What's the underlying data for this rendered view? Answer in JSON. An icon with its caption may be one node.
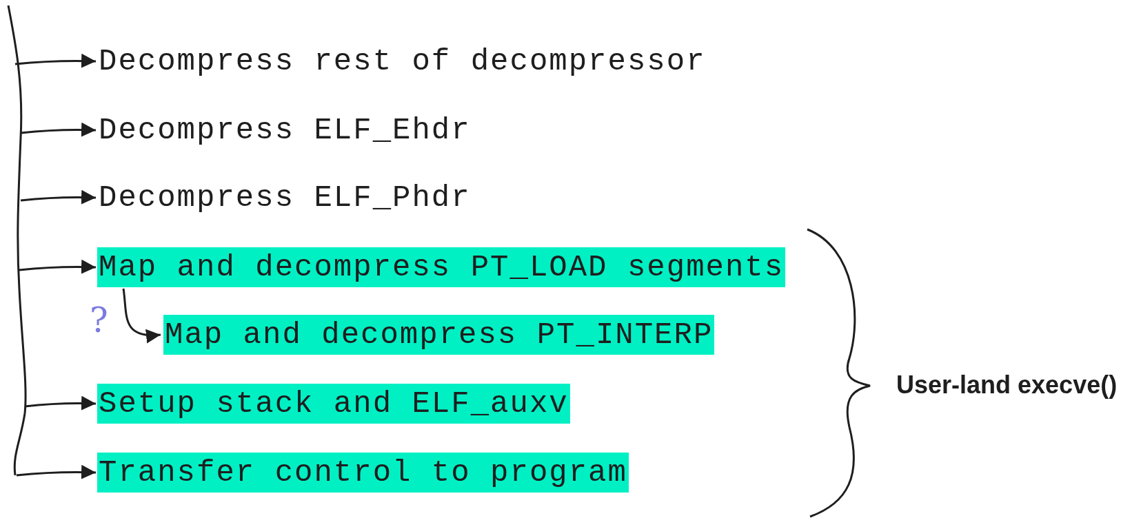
{
  "diagram": {
    "nodes": [
      {
        "text": [
          "Decompress rest of decompressor"
        ]
      },
      {
        "text": [
          "Decompress ELF_Ehdr"
        ]
      },
      {
        "text": [
          "Decompress ELF_Phdr"
        ]
      },
      {
        "text": [
          "Map and decompress PT_LOAD segments"
        ]
      },
      {
        "text": [
          "Map and decompress PT_INTERP"
        ]
      },
      {
        "text": [
          "Setup stack and ELF_auxv"
        ]
      },
      {
        "text": [
          "Transfer control to program"
        ]
      }
    ],
    "edges": [
      {
        "from": null,
        "to": 0,
        "arrow": "to"
      },
      {
        "from": null,
        "to": 1,
        "arrow": "to"
      },
      {
        "from": null,
        "to": 2,
        "arrow": "to"
      },
      {
        "from": null,
        "to": 3,
        "arrow": "to"
      },
      {
        "from": null,
        "to": 5,
        "arrow": "to"
      },
      {
        "from": null,
        "to": 6,
        "arrow": "to"
      },
      {
        "from": 3,
        "to": 4,
        "arrow": "to"
      }
    ],
    "labels": [
      "?",
      "User-land execve()"
    ]
  }
}
